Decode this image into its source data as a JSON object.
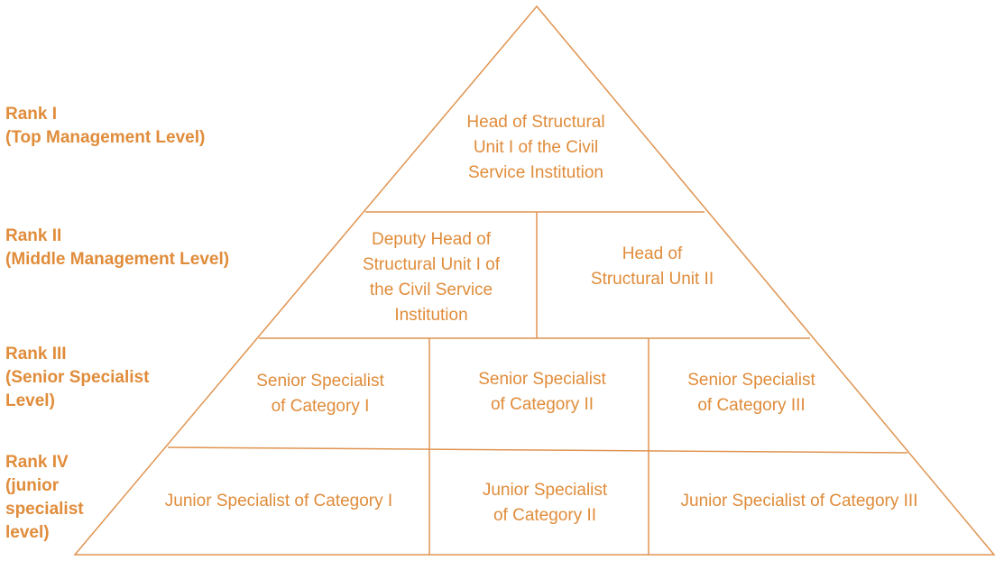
{
  "colors": {
    "accent": "#e08c3a",
    "line": "#e09450"
  },
  "ranks": [
    {
      "lines": [
        "Rank I",
        "(Top Management Level)"
      ]
    },
    {
      "lines": [
        "Rank II",
        "(Middle Management Level)"
      ]
    },
    {
      "lines": [
        "Rank III",
        "(Senior Specialist",
        "Level)"
      ]
    },
    {
      "lines": [
        "Rank IV",
        "(junior",
        "specialist",
        "level)"
      ]
    }
  ],
  "cells": {
    "head_unit_1": [
      "Head of Structural",
      "Unit I of the Civil",
      "Service Institution"
    ],
    "deputy_head_unit_1": [
      "Deputy Head of",
      "Structural Unit I of",
      "the Civil Service",
      "Institution"
    ],
    "head_unit_2": [
      "Head of",
      "Structural Unit II"
    ],
    "senior_cat_1": [
      "Senior Specialist",
      "of Category I"
    ],
    "senior_cat_2": [
      "Senior Specialist",
      "of Category II"
    ],
    "senior_cat_3": [
      "Senior Specialist",
      "of Category III"
    ],
    "junior_cat_1": "Junior Specialist of Category I",
    "junior_cat_2": [
      "Junior Specialist",
      "of Category II"
    ],
    "junior_cat_3": "Junior Specialist of Category III"
  }
}
